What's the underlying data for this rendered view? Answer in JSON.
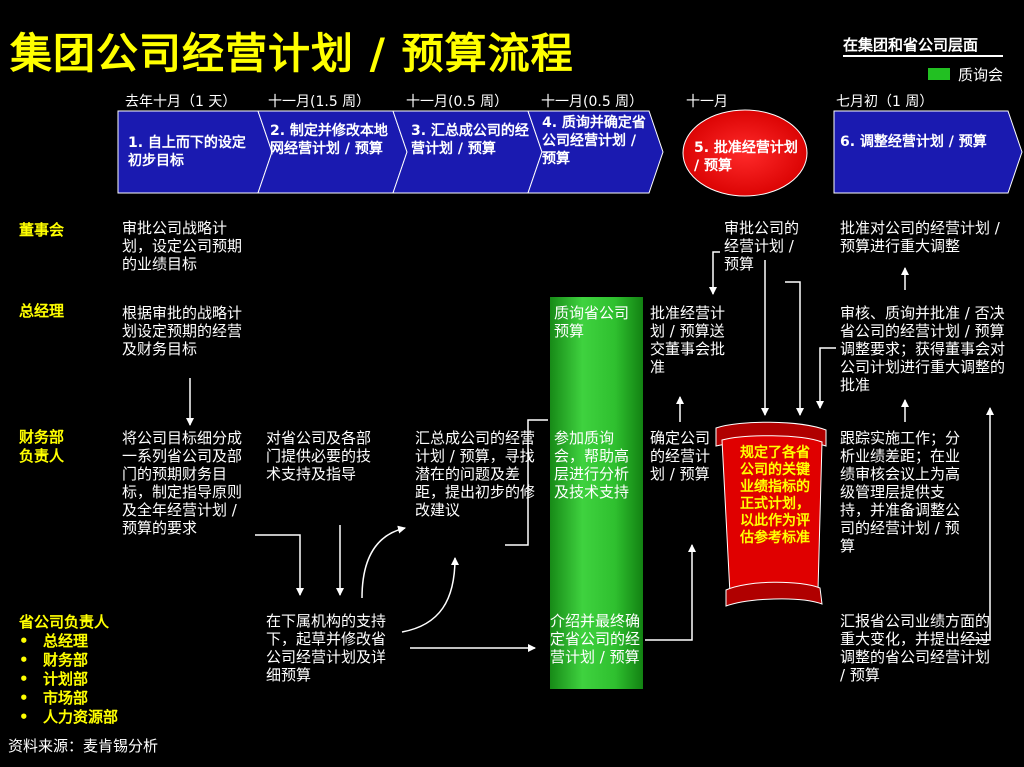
{
  "title": "集团公司经营计划 / 预算流程",
  "level_label": "在集团和省公司层面",
  "legend": {
    "label": "质询会",
    "color": "#22c022"
  },
  "timings": [
    "去年十月（1 天）",
    "十一月(1.5 周）",
    "十一月(0.5 周）",
    "十一月(0.5 周）",
    "十一月",
    "七月初（1 周）"
  ],
  "steps": [
    "1. 自上而下的设定初步目标",
    "2. 制定并修改本地网经营计划 / 预算",
    "3. 汇总成公司的经营计划 / 预算",
    "4. 质询并确定省公司经营计划 / 预算",
    "5. 批准经营计划 / 预算",
    "6. 调整经营计划 / 预算"
  ],
  "roles": {
    "board": "董事会",
    "gm": "总经理",
    "finance": [
      "财务部",
      "负责人"
    ],
    "province": "省公司负责人",
    "province_items": [
      "总经理",
      "财务部",
      "计划部",
      "市场部",
      "人力资源部"
    ]
  },
  "cells": {
    "board_1": "审批公司战略计划，设定公司预期的业绩目标",
    "board_5": "审批公司的经营计划 / 预算",
    "board_6": "批准对公司的经营计划 / 预算进行重大调整",
    "gm_1": "根据审批的战略计划设定预期的经营及财务目标",
    "gm_4": "质询省公司预算",
    "gm_5": "批准经营计划 / 预算送交董事会批准",
    "gm_6": "审核、质询并批准 / 否决省公司的经营计划 / 预算调整要求；获得董事会对公司计划进行重大调整的批准",
    "fin_1": "将公司目标细分成一系列省公司及部门的预期财务目标，制定指导原则及全年经营计划 / 预算的要求",
    "fin_2": "对省公司及各部门提供必要的技术支持及指导",
    "fin_3": "汇总成公司的经营计划 / 预算，寻找潜在的问题及差距，提出初步的修改建议",
    "fin_4": "参加质询会，帮助高层进行分析及技术支持",
    "fin_5": "确定公司的经营计划 / 预算",
    "fin_6": "跟踪实施工作；分析业绩差距；在业绩审核会议上为高级管理层提供支持，并准备调整公司的经营计划 / 预算",
    "prov_2": "在下属机构的支持下，起草并修改省公司经营计划及详细预算",
    "prov_4": "介绍并最终确定省公司的经营计划 / 预算",
    "prov_6": "汇报省公司业绩方面的重大变化，并提出经过调整的省公司经营计划 / 预算"
  },
  "scroll_note": "规定了各省公司的关键业绩指标的正式计划，以此作为评估参考标准",
  "source": "资料来源：麦肯锡分析",
  "colors": {
    "title": "#ffff00",
    "step_blue": "#1a1ab0",
    "step5_red": "#ff0000",
    "scroll_red": "#e00000"
  }
}
